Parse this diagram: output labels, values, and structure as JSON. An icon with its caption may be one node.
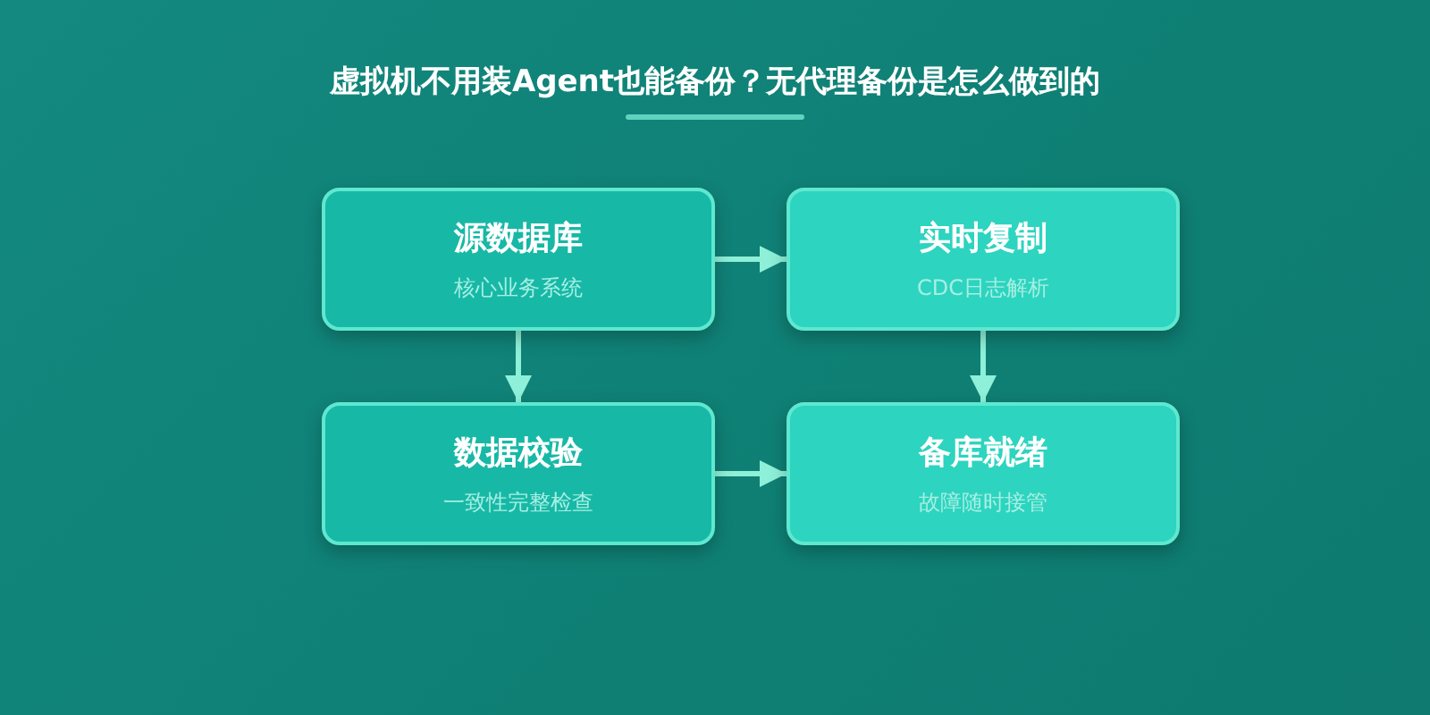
{
  "diagram": {
    "title": "虚拟机不用装Agent也能备份？无代理备份是怎么做到的",
    "nodes": [
      {
        "text": [
          "源数据库",
          "核心业务系统"
        ]
      },
      {
        "text": [
          "实时复制",
          "CDC日志解析"
        ]
      },
      {
        "text": [
          "数据校验",
          "一致性完整检查"
        ]
      },
      {
        "text": [
          "备库就绪",
          "故障随时接管"
        ]
      }
    ],
    "edges": [
      {
        "from": 0,
        "to": 1,
        "arrow": "to"
      },
      {
        "from": 0,
        "to": 2,
        "arrow": "to"
      },
      {
        "from": 1,
        "to": 3,
        "arrow": "to"
      },
      {
        "from": 2,
        "to": 3,
        "arrow": "to"
      }
    ]
  }
}
